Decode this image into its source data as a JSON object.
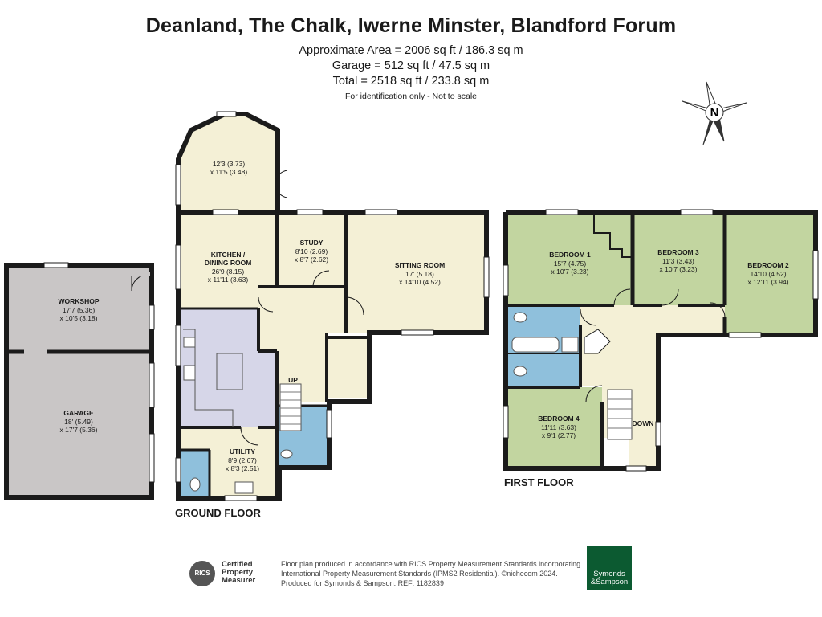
{
  "header": {
    "title": "Deanland, The Chalk, Iwerne Minster, Blandford Forum",
    "area_approx": "Approximate Area = 2006 sq ft / 186.3 sq m",
    "area_garage": "Garage = 512 sq ft / 47.5 sq m",
    "area_total": "Total = 2518 sq ft / 233.8 sq m",
    "disclaimer": "For identification only - Not to scale"
  },
  "compass": {
    "label": "N"
  },
  "colors": {
    "wall": "#1b1b1b",
    "garage_fill": "#c9c6c6",
    "main_fill": "#f4f0d6",
    "kitchen_fill": "#d6d6e8",
    "bathroom_fill": "#8fc0dc",
    "bedroom_fill": "#c2d5a0",
    "logo_green": "#0c5a31"
  },
  "rooms": {
    "workshop": {
      "name": "WORKSHOP",
      "dims1": "17'7 (5.36)",
      "dims2": "x 10'5 (3.18)"
    },
    "garage": {
      "name": "GARAGE",
      "dims1": "18' (5.49)",
      "dims2": "x 17'7 (5.36)"
    },
    "conservatory": {
      "dims1": "12'3 (3.73)",
      "dims2": "x 11'5 (3.48)"
    },
    "kitchen": {
      "name1": "KITCHEN /",
      "name2": "DINING ROOM",
      "dims1": "26'9 (8.15)",
      "dims2": "x 11'11 (3.63)"
    },
    "study": {
      "name": "STUDY",
      "dims1": "8'10 (2.69)",
      "dims2": "x 8'7 (2.62)"
    },
    "sitting": {
      "name": "SITTING ROOM",
      "dims1": "17' (5.18)",
      "dims2": "x 14'10 (4.52)"
    },
    "utility": {
      "name": "UTILITY",
      "dims1": "8'9 (2.67)",
      "dims2": "x 8'3 (2.51)"
    },
    "bedroom1": {
      "name": "BEDROOM 1",
      "dims1": "15'7 (4.75)",
      "dims2": "x 10'7 (3.23)"
    },
    "bedroom3": {
      "name": "BEDROOM 3",
      "dims1": "11'3 (3.43)",
      "dims2": "x 10'7 (3.23)"
    },
    "bedroom2": {
      "name": "BEDROOM 2",
      "dims1": "14'10 (4.52)",
      "dims2": "x 12'11 (3.94)"
    },
    "bedroom4": {
      "name": "BEDROOM 4",
      "dims1": "11'11 (3.63)",
      "dims2": "x 9'1 (2.77)"
    }
  },
  "stairs": {
    "up": "UP",
    "down": "DOWN"
  },
  "floors": {
    "ground": "GROUND FLOOR",
    "first": "FIRST FLOOR"
  },
  "footer": {
    "rics_badge": "RICS",
    "rics_line1": "Certified",
    "rics_line2": "Property",
    "rics_line3": "Measurer",
    "text1": "Floor plan produced in accordance with RICS Property Measurement Standards incorporating",
    "text2": "International Property Measurement Standards (IPMS2 Residential). ©nichecom 2024.",
    "text3": "Produced for Symonds & Sampson.   REF: 1182839",
    "logo1": "Symonds",
    "logo2": "&Sampson"
  }
}
